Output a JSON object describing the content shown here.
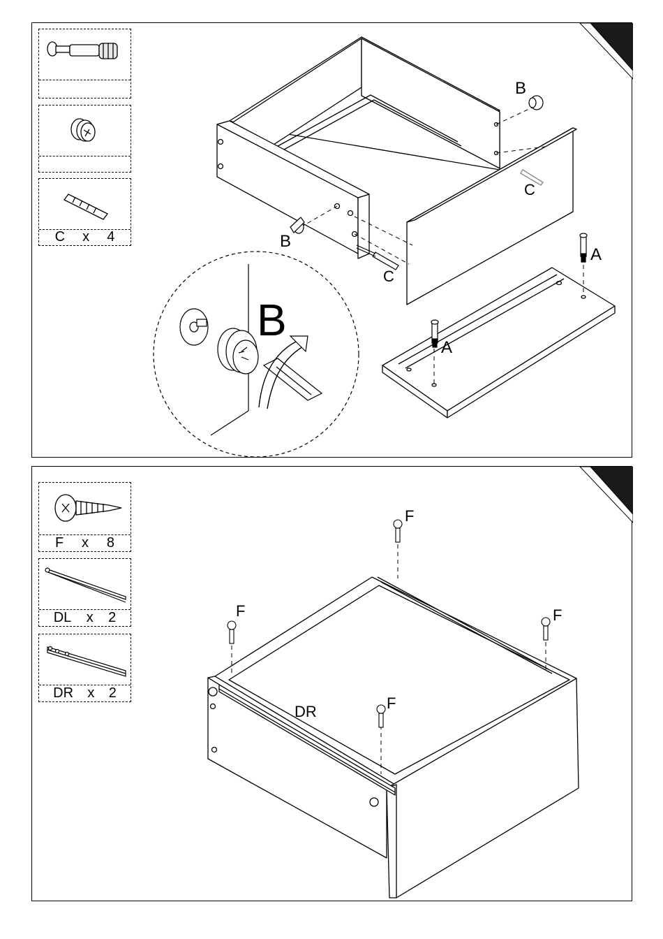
{
  "step1": {
    "parts": [
      {
        "id": "cam-bolt",
        "icon": "cam-bolt-icon",
        "letter": "",
        "x": "",
        "qty": ""
      },
      {
        "id": "cam-lock",
        "icon": "cam-lock-icon",
        "letter": "",
        "x": "",
        "qty": ""
      },
      {
        "id": "dowel",
        "icon": "dowel-icon",
        "letter": "C",
        "x": "x",
        "qty": "4"
      }
    ],
    "labels": {
      "b_top_right": "B",
      "c_right": "C",
      "b_left": "B",
      "c_center": "C",
      "a_right": "A",
      "a_bottom": "A",
      "b_detail": "B"
    }
  },
  "step2": {
    "parts": [
      {
        "id": "screw",
        "icon": "screw-icon",
        "letter": "F",
        "x": "x",
        "qty": "8"
      },
      {
        "id": "runner-left",
        "icon": "runner-left-icon",
        "letter": "DL",
        "x": "x",
        "qty": "2"
      },
      {
        "id": "runner-right",
        "icon": "runner-right-icon",
        "letter": "DR",
        "x": "x",
        "qty": "2"
      }
    ],
    "labels": {
      "f_top": "F",
      "f_left": "F",
      "f_right": "F",
      "f_front": "F",
      "dr": "DR"
    }
  },
  "colors": {
    "line": "#000000",
    "background": "#ffffff",
    "corner": "#1a1a1a"
  }
}
